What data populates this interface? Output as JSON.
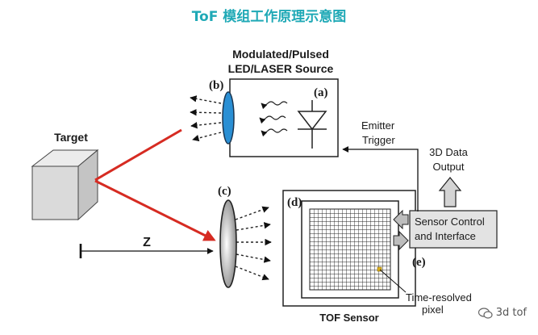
{
  "title": "ToF 模组工作原理示意图",
  "labels": {
    "source_line1": "Modulated/Pulsed",
    "source_line2": "LED/LASER Source",
    "target": "Target",
    "emitter_line1": "Emitter",
    "emitter_line2": "Trigger",
    "data_line1": "3D Data",
    "data_line2": "Output",
    "sensor_control_line1": "Sensor Control",
    "sensor_control_line2": "and Interface",
    "distance": "Z",
    "tof_sensor": "TOF Sensor",
    "pixel_line1": "Time-resolved",
    "pixel_line2": "pixel"
  },
  "markers": {
    "a": "(a)",
    "b": "(b)",
    "c": "(c)",
    "d": "(d)",
    "e": "(e)"
  },
  "watermark": "3d tof",
  "colors": {
    "title": "#1fa9b6",
    "laser_beam": "#d62b22",
    "led_lens": "#2a8fd4",
    "pixel_highlight": "#e0b21a"
  },
  "icons": [
    "led-lens",
    "diode-symbol",
    "lens",
    "pixel-grid",
    "wechat-icon"
  ]
}
